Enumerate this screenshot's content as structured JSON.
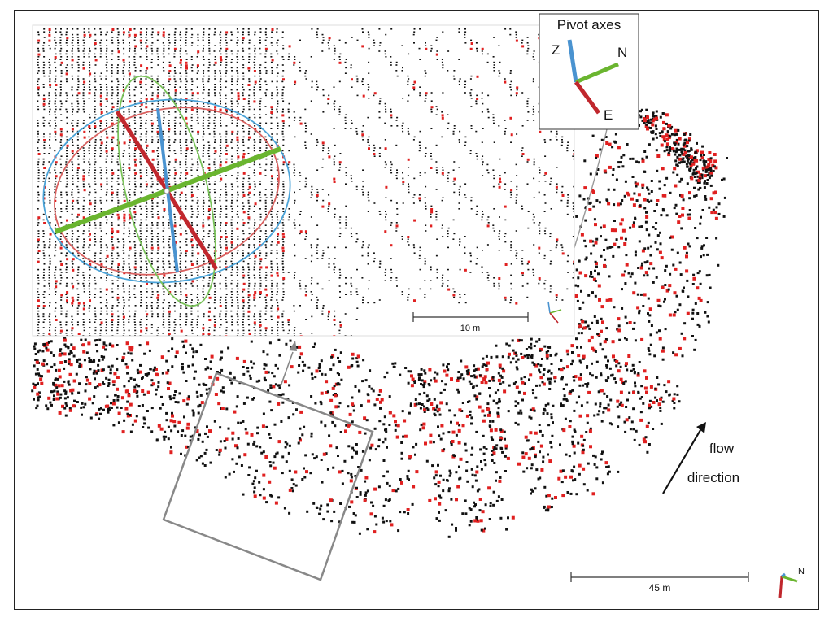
{
  "inset_scale_label": "10 m",
  "main_scale_label": "45 m",
  "pivot_axes": {
    "title": "Pivot axes",
    "labels": {
      "z": "Z",
      "n": "N",
      "e": "E"
    }
  },
  "north_label": "N",
  "flow_label": {
    "line1": "flow",
    "line2": "direction"
  },
  "colors": {
    "red_points": "#e02020",
    "black_points": "#111111",
    "axis_e": "#c0272d",
    "axis_n": "#6ab52f",
    "axis_z": "#4a93d0",
    "ellipse_blue": "#4aa3d8",
    "ellipse_red": "#d9605f",
    "ellipse_green": "#7ac35a",
    "selection_box": "#888888"
  }
}
